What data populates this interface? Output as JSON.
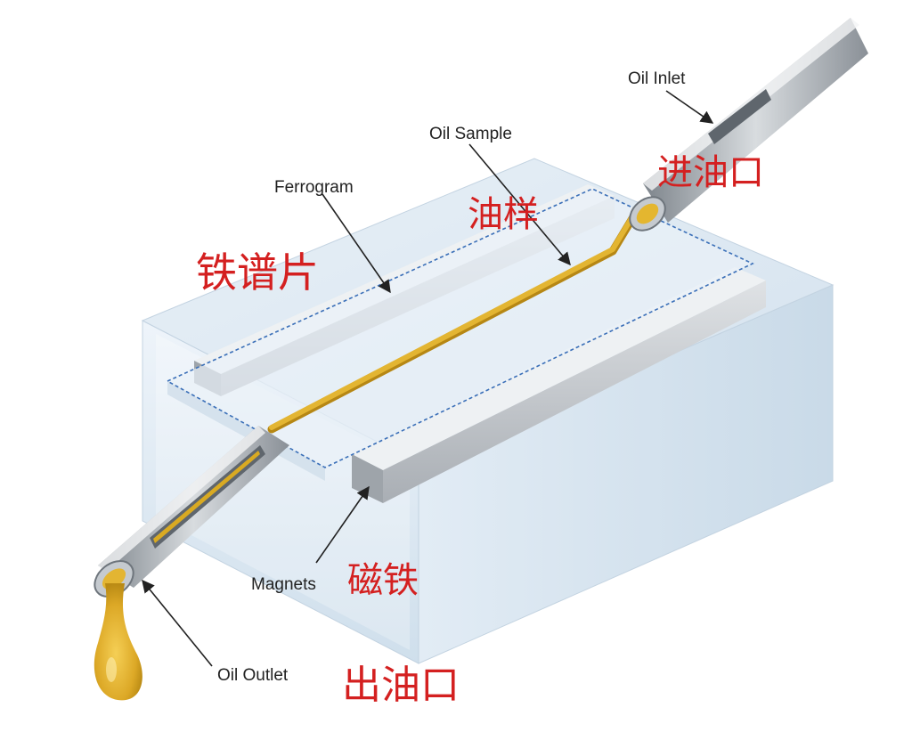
{
  "labels": {
    "oil_inlet": "Oil Inlet",
    "oil_sample": "Oil Sample",
    "ferrogram": "Ferrogram",
    "magnets": "Magnets",
    "oil_outlet": "Oil Outlet"
  },
  "labels_cn": {
    "oil_inlet": "进油口",
    "oil_sample": "油样",
    "ferrogram": "铁谱片",
    "magnets": "磁铁",
    "oil_outlet": "出油口"
  },
  "colors": {
    "cn_label": "#d42020",
    "oil": "#d9aa22",
    "block": "#dfeaf3",
    "magnet": "#c8ccd1",
    "tube": "#aeb4ba",
    "ferrogram_outline": "#3a6fb8"
  }
}
